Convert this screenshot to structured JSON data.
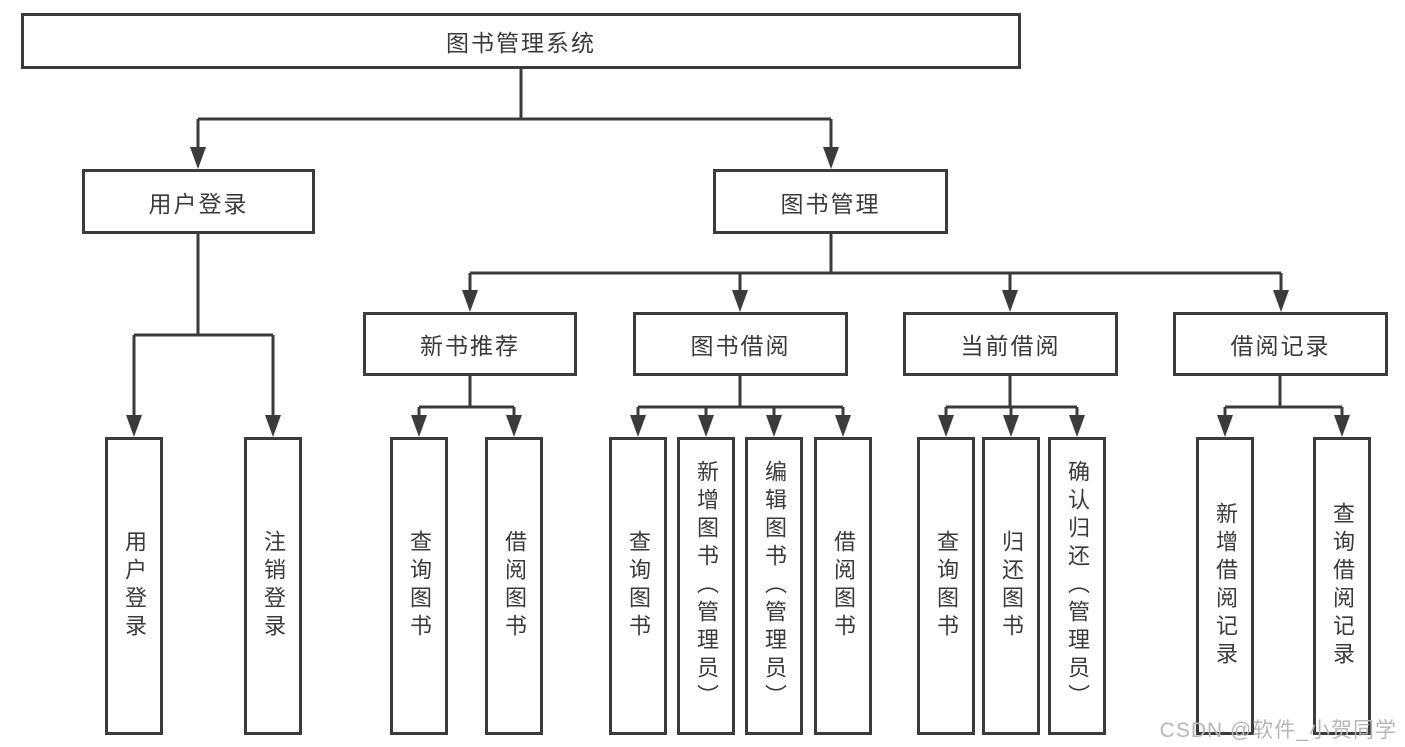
{
  "title": "图书管理系统",
  "tree": {
    "root": {
      "label": "图书管理系统"
    },
    "branches": [
      {
        "label": "用户登录",
        "children": [
          {
            "label": "用户登录"
          },
          {
            "label": "注销登录"
          }
        ]
      },
      {
        "label": "图书管理",
        "sections": [
          {
            "label": "新书推荐",
            "children": [
              {
                "label": "查询图书"
              },
              {
                "label": "借阅图书"
              }
            ]
          },
          {
            "label": "图书借阅",
            "children": [
              {
                "label": "查询图书"
              },
              {
                "label": "新增图书（管理员）"
              },
              {
                "label": "编辑图书（管理员）"
              },
              {
                "label": "借阅图书"
              }
            ]
          },
          {
            "label": "当前借阅",
            "children": [
              {
                "label": "查询图书"
              },
              {
                "label": "归还图书"
              },
              {
                "label": "确认归还（管理员）"
              }
            ]
          },
          {
            "label": "借阅记录",
            "children": [
              {
                "label": "新增借阅记录"
              },
              {
                "label": "查询借阅记录"
              }
            ]
          }
        ]
      }
    ]
  },
  "watermark": "CSDN @软件_小贺同学",
  "colors": {
    "line": "#3b3b3b",
    "box_border": "#3b3b3b",
    "text": "#3a3a3a",
    "watermark": "#b3b7bd",
    "background": "#ffffff"
  }
}
